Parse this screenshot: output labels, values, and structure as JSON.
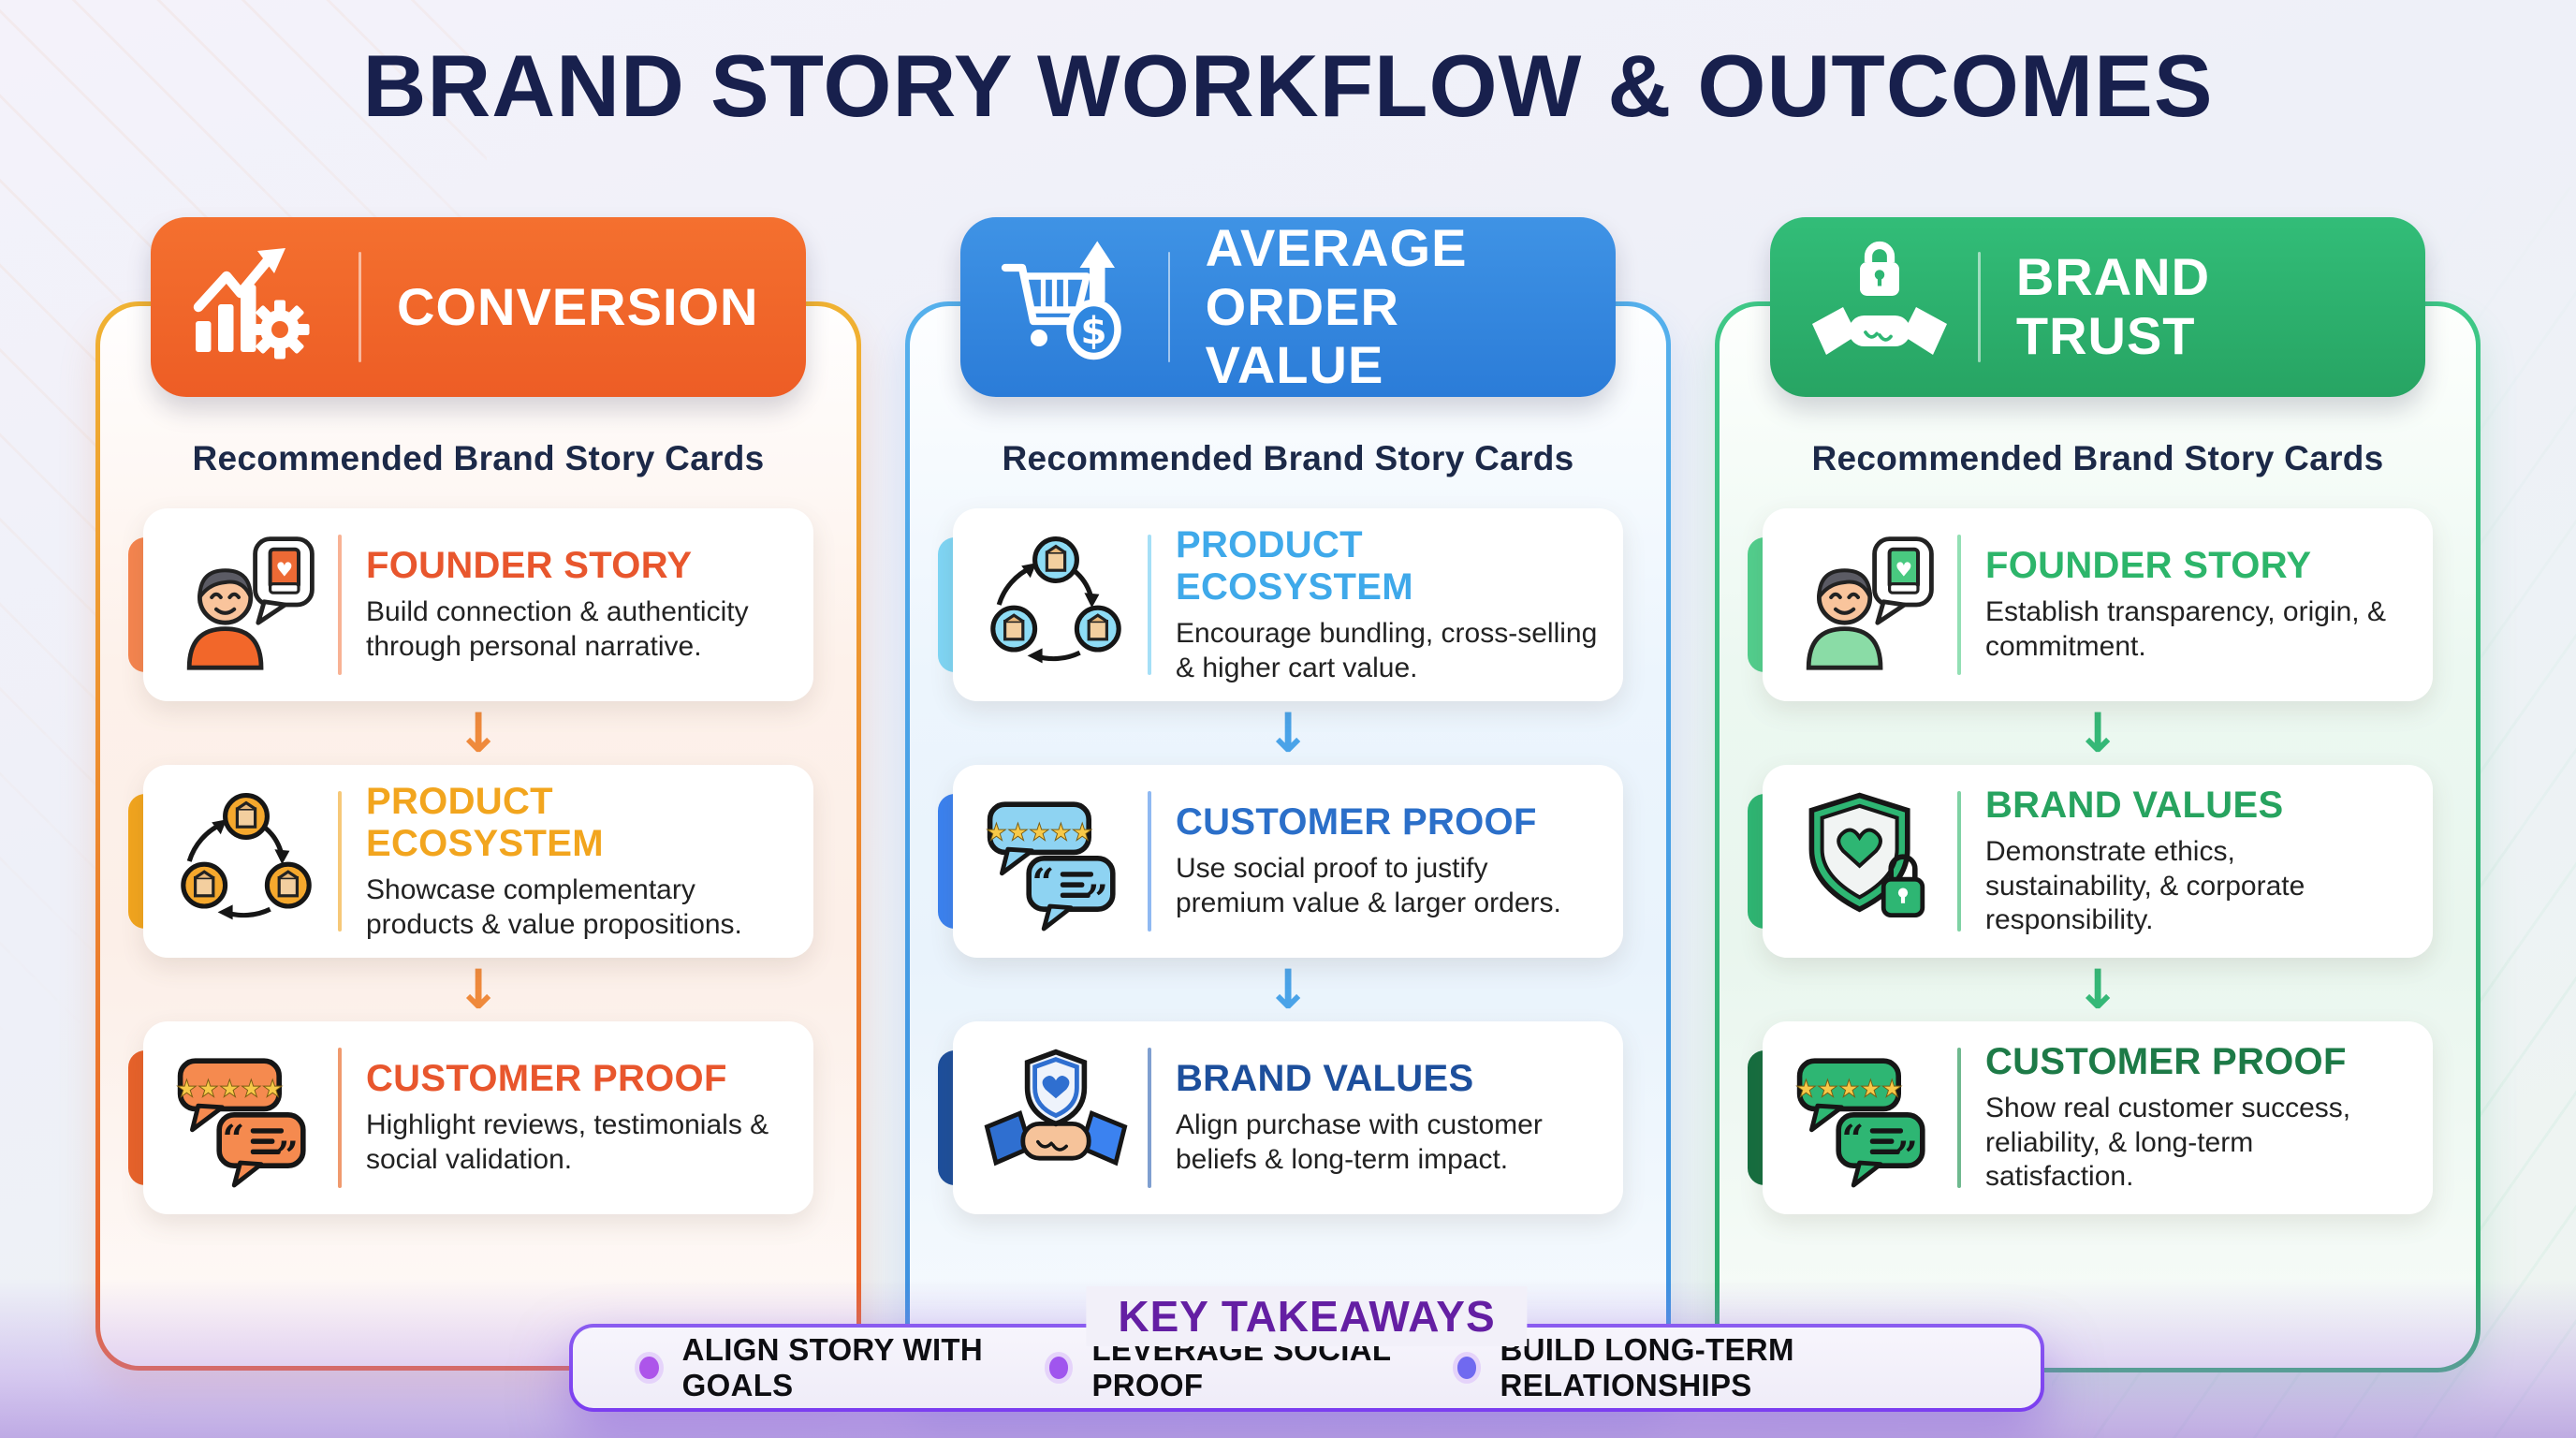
{
  "title": "BRAND STORY WORKFLOW & OUTCOMES",
  "columns": [
    {
      "header": {
        "label": "CONVERSION",
        "icon": "growth-chart-gear-icon",
        "bg_color": "#f2672a"
      },
      "subtitle": "Recommended Brand Story Cards",
      "arrow": "↓",
      "arrow_color": "#ef8a3c",
      "border_colors": [
        "#f0b232",
        "#ea5e2a"
      ],
      "cards": [
        {
          "title": "FOUNDER STORY",
          "desc": "Build connection & authenticity through personal narrative.",
          "icon": "founder-story-icon",
          "title_color": "#e8562d",
          "accent_color": "#f5854f"
        },
        {
          "title": "PRODUCT ECOSYSTEM",
          "desc": "Showcase complementary products & value propositions.",
          "icon": "product-ecosystem-icon",
          "title_color": "#f2a51e",
          "accent_color": "#f2a51e"
        },
        {
          "title": "CUSTOMER PROOF",
          "desc": "Highlight reviews, testimonials & social validation.",
          "icon": "customer-proof-icon",
          "title_color": "#e8562d",
          "accent_color": "#e8622a"
        }
      ]
    },
    {
      "header": {
        "label": "AVERAGE ORDER VALUE",
        "icon": "cart-growth-dollar-icon",
        "bg_color": "#2f87e0"
      },
      "subtitle": "Recommended Brand Story Cards",
      "arrow": "↓",
      "arrow_color": "#4aa3e8",
      "border_colors": [
        "#55b0ec",
        "#3a8fdf"
      ],
      "cards": [
        {
          "title": "PRODUCT ECOSYSTEM",
          "desc": "Encourage bundling, cross-selling & higher cart value.",
          "icon": "product-ecosystem-icon",
          "title_color": "#3fa9ea",
          "accent_color": "#7fd6f5"
        },
        {
          "title": "CUSTOMER PROOF",
          "desc": "Use social proof to justify premium value & larger orders.",
          "icon": "customer-proof-icon",
          "title_color": "#2b6fc9",
          "accent_color": "#3b82f0"
        },
        {
          "title": "BRAND VALUES",
          "desc": "Align purchase with customer beliefs & long-term impact.",
          "icon": "shield-handshake-icon",
          "title_color": "#1d4f9c",
          "accent_color": "#1d4f9c"
        }
      ]
    },
    {
      "header": {
        "label": "BRAND TRUST",
        "icon": "handshake-lock-icon",
        "bg_color": "#2eb673"
      },
      "subtitle": "Recommended Brand Story Cards",
      "arrow": "↓",
      "arrow_color": "#35b877",
      "border_colors": [
        "#3ec887",
        "#2bab6b"
      ],
      "cards": [
        {
          "title": "FOUNDER STORY",
          "desc": "Establish transparency, origin, & commitment.",
          "icon": "founder-story-icon",
          "title_color": "#2db56a",
          "accent_color": "#52cf8d"
        },
        {
          "title": "BRAND VALUES",
          "desc": "Demonstrate ethics, sustainability, & corporate responsibility.",
          "icon": "shield-heart-lock-icon",
          "title_color": "#27a35f",
          "accent_color": "#2eb673"
        },
        {
          "title": "CUSTOMER PROOF",
          "desc": "Show real customer success, reliability, & long-term satisfaction.",
          "icon": "customer-proof-icon",
          "title_color": "#1d7a47",
          "accent_color": "#156e3f"
        }
      ]
    }
  ],
  "takeaways": {
    "title": "KEY TAKEAWAYS",
    "title_color": "#641fa3",
    "border_color": "#7b3df0",
    "items": [
      {
        "label": "ALIGN STORY WITH GOALS",
        "bullet_color": "#ad55ea"
      },
      {
        "label": "LEVERAGE SOCIAL PROOF",
        "bullet_color": "#a055ee"
      },
      {
        "label": "BUILD LONG-TERM RELATIONSHIPS",
        "bullet_color": "#7069f0"
      }
    ]
  }
}
